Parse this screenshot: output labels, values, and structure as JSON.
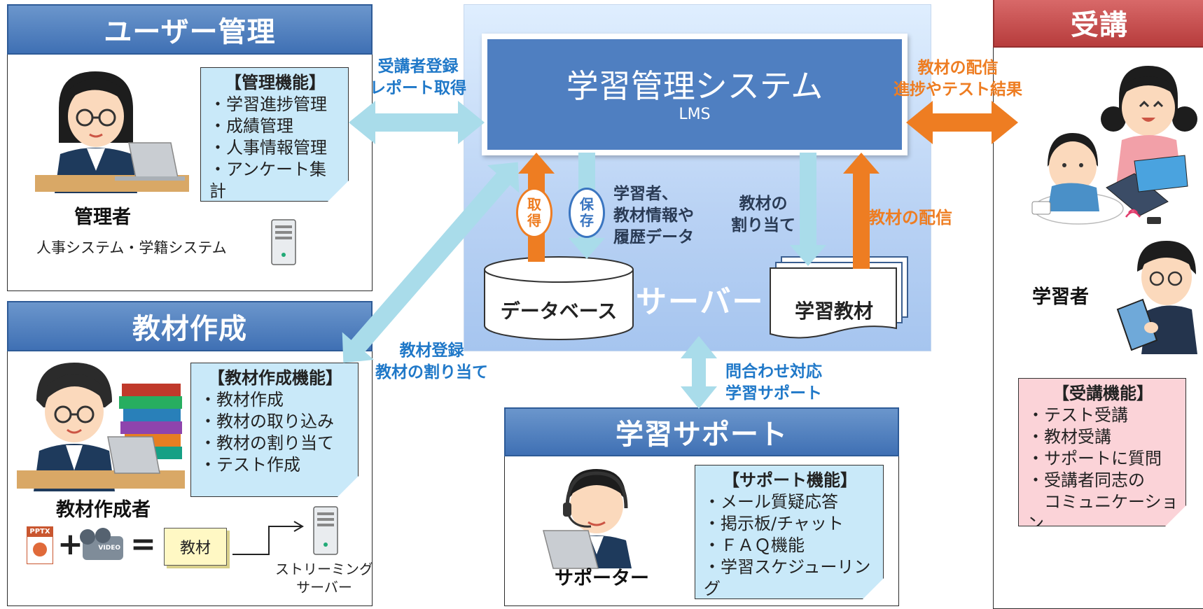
{
  "user_mgmt": {
    "header": "ユーザー管理",
    "role": "管理者",
    "system_note": "人事システム・学籍システム",
    "func_title": "【管理機能】",
    "funcs": [
      "・学習進捗管理",
      "・成績管理",
      "・人事情報管理",
      "・アンケート集計"
    ]
  },
  "content_creation": {
    "header": "教材作成",
    "role": "教材作成者",
    "func_title": "【教材作成機能】",
    "funcs": [
      "・教材作成",
      "・教材の取り込み",
      "・教材の割り当て",
      "・テスト作成"
    ],
    "pptx_label": "PPTX",
    "video_label": "VIDEO",
    "plus": "+",
    "equals": "=",
    "folder_label": "教材",
    "streaming_server": [
      "ストリーミング",
      "サーバー"
    ]
  },
  "lms": {
    "title": "学習管理システム",
    "subtitle": "LMS",
    "server_label": "サーバー",
    "database": "データベース",
    "materials": "学習教材",
    "get_badge": [
      "取",
      "得"
    ],
    "save_badge": [
      "保",
      "存"
    ],
    "save_desc": [
      "学習者、",
      "教材情報や",
      "履歴データ"
    ],
    "assign_desc": [
      "教材の",
      "割り当て"
    ],
    "deliver_desc": "教材の配信"
  },
  "arrows": {
    "user_lms": [
      "受講者登録",
      "レポート取得"
    ],
    "create_lms": [
      "教材登録",
      "教材の割り当て"
    ],
    "learner_lms": [
      "教材の配信",
      "進捗やテスト結果"
    ],
    "support_lms": [
      "問合わせ対応",
      "学習サポート"
    ]
  },
  "support": {
    "header": "学習サポート",
    "role": "サポーター",
    "func_title": "【サポート機能】",
    "funcs": [
      "・メール質疑応答",
      "・掲示板/チャット",
      "・ＦＡＱ機能",
      "・学習スケジューリング"
    ]
  },
  "learning": {
    "header": "受講",
    "role": "学習者",
    "func_title": "【受講機能】",
    "funcs": [
      "・テスト受講",
      "・教材受講",
      "・サポートに質問",
      "・受講者同志の",
      "　コミュニケーション"
    ]
  },
  "colors": {
    "header_blue": "#3f70b4",
    "header_red": "#b73c3c",
    "arrow_light_blue": "#a9dcea",
    "arrow_orange": "#ee7d22",
    "note_blue": "#c9e9f9",
    "note_pink": "#fbd3d8",
    "label_blue": "#1f78c8"
  }
}
